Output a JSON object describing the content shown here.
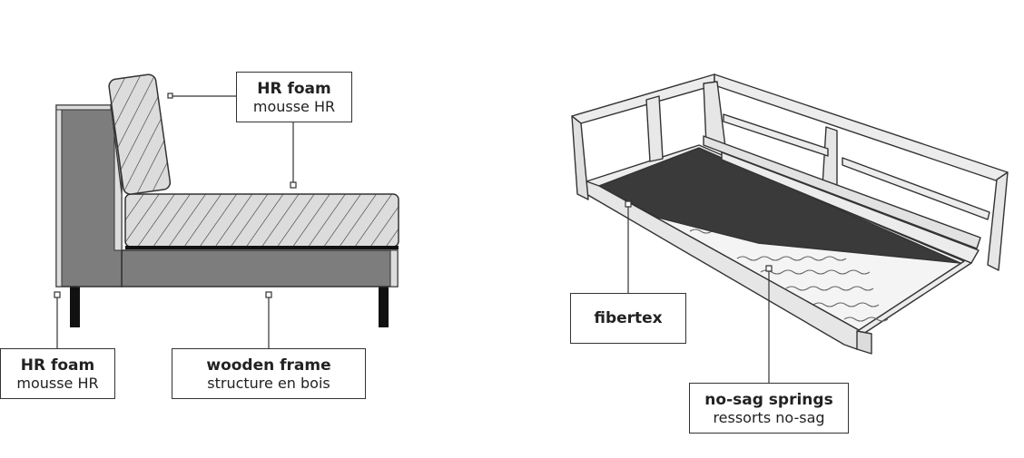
{
  "colors": {
    "outline": "#333333",
    "frame_gray": "#7a7a7a",
    "cushion_gray": "#d9d9d9",
    "fibertex_dark": "#3a3a3a",
    "wood_light": "#ececec"
  },
  "left_diagram": {
    "backrest_label": {
      "title": "HR foam",
      "subtitle": "mousse HR"
    },
    "armrest_label": {
      "title": "HR foam",
      "subtitle": "mousse HR"
    },
    "frame_label": {
      "title": "wooden frame",
      "subtitle": "structure en bois"
    }
  },
  "right_diagram": {
    "fibertex_label": {
      "title": "fibertex"
    },
    "springs_label": {
      "title": "no-sag springs",
      "subtitle": "ressorts no-sag"
    }
  }
}
